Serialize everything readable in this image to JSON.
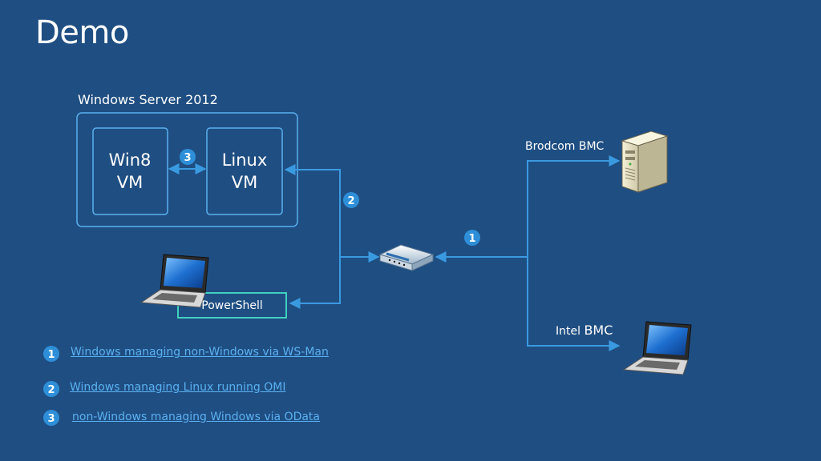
{
  "title": "Demo",
  "server": {
    "label": "Windows Server 2012"
  },
  "vms": {
    "win8": {
      "line1": "Win8",
      "line2": "VM"
    },
    "linux": {
      "line1": "Linux",
      "line2": "VM"
    }
  },
  "powershell": {
    "label": "PowerShell"
  },
  "brodcom": {
    "label": "Brodcom BMC"
  },
  "intel": {
    "label_prefix": "Intel ",
    "label_bmc": "BMC"
  },
  "badges": {
    "one": "1",
    "two": "2",
    "three": "3"
  },
  "legend": [
    {
      "number": "1",
      "text": "Windows managing non-Windows via WS-Man"
    },
    {
      "number": "2",
      "text": "Windows managing Linux running OMI"
    },
    {
      "number": "3",
      "text": "non-Windows managing Windows via OData"
    }
  ],
  "colors": {
    "background": "#1f4e82",
    "connector": "#3a9ae0",
    "box_border": "#5ab0f0",
    "powershell_border": "#3fd0c0",
    "badge": "#2e8fd8",
    "link": "#5ab0f0"
  },
  "icons": {
    "router": "router-icon",
    "server": "server-tower-icon",
    "laptop": "laptop-icon"
  }
}
